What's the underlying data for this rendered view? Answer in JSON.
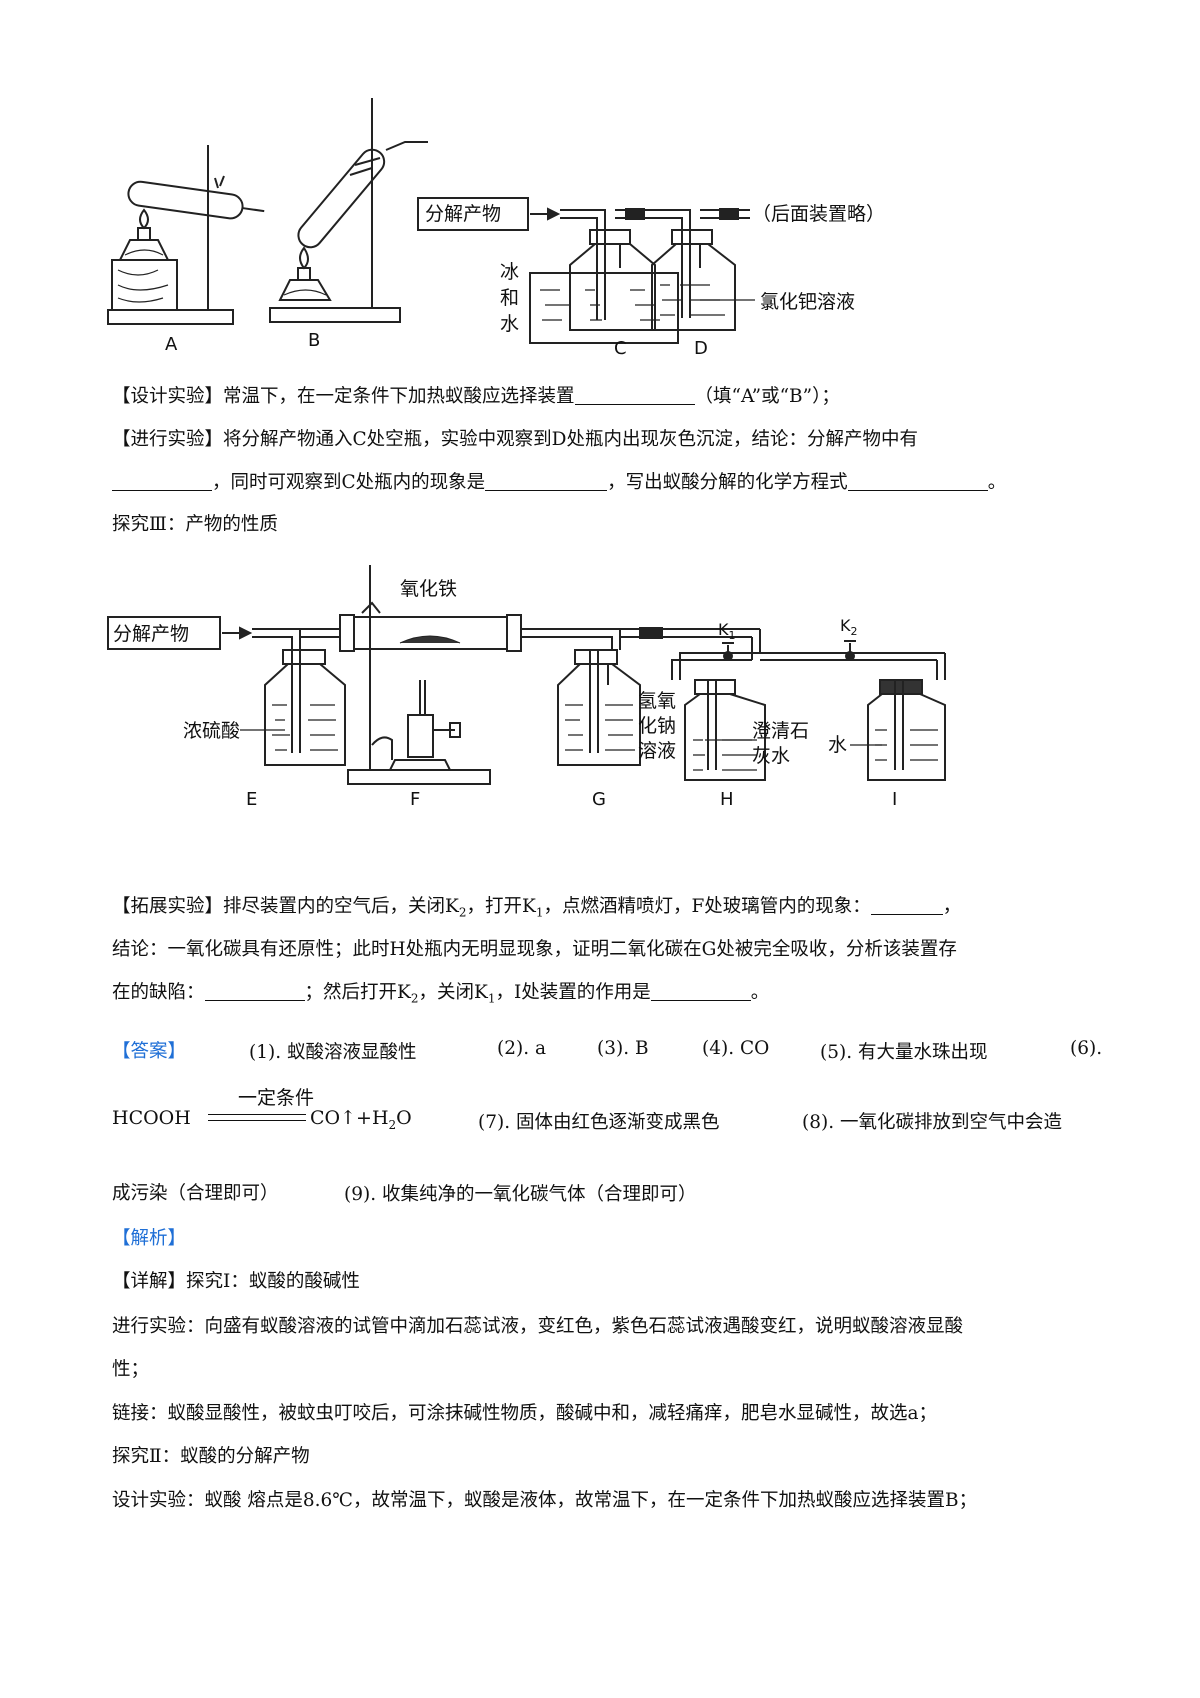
{
  "figure1": {
    "labels": [
      "A",
      "B",
      "C",
      "D"
    ],
    "decomp_box": "分解产物",
    "later_note": "（后面装置略）",
    "ice_water": [
      "冰",
      "和",
      "水"
    ],
    "pdcl2": "氯化钯溶液"
  },
  "design": {
    "tag": "【设计实验】",
    "text": "常温下，在一定条件下加热蚁酸应选择装置",
    "tail": "（填“A”或“B”）；"
  },
  "conduct": {
    "tag": "【进行实验】",
    "line1": "将分解产物通入C处空瓶，实验中观察到D处瓶内出现灰色沉淀，结论：分解产物中有",
    "seg_a": "，同时可观察到C处瓶内的现象是",
    "seg_b": "，写出蚁酸分解的化学方程式",
    "end": "。"
  },
  "explore3": "探究Ⅲ：产物的性质",
  "figure2": {
    "labels": [
      "E",
      "F",
      "G",
      "H",
      "I"
    ],
    "decomp_box": "分解产物",
    "iron_oxide": "氧化铁",
    "h2so4": "浓硫酸",
    "naoh": [
      "氢氧",
      "化钠",
      "溶液"
    ],
    "limewater": [
      "澄清石",
      "灰水"
    ],
    "water": "水",
    "k1": "K",
    "k1_sub": "1",
    "k2": "K",
    "k2_sub": "2"
  },
  "extend": {
    "tag": "【拓展实验】",
    "l1a": "排尽装置内的空气后，关闭K",
    "l1b": "，打开K",
    "l1c": "，点燃酒精喷灯，F处玻璃管内的现象：",
    "l1d": "，",
    "l2": "结论：一氧化碳具有还原性；此时H处瓶内无明显现象，证明二氧化碳在G处被完全吸收，分析该装置存",
    "l3a": "在的缺陷：",
    "l3b": "；然后打开K",
    "l3c": "，关闭K",
    "l3d": "，Ⅰ处装置的作用是",
    "l3e": "。",
    "sub1": "1",
    "sub2": "2"
  },
  "answer": {
    "tag": "【答案】",
    "items": [
      "(1). 蚁酸溶液显酸性",
      "(2). a",
      "(3). B",
      "(4). CO",
      "(5). 有大量水珠出现",
      "(6)."
    ],
    "eq_left": "HCOOH",
    "eq_cond": "一定条件",
    "eq_right": "CO↑+H",
    "eq_sub": "2",
    "eq_o": "O",
    "item7": "(7). 固体由红色逐渐变成黑色",
    "item8": "(8). 一氧化碳排放到空气中会造",
    "item8b": "成污染（合理即可）",
    "item9": "(9). 收集纯净的一氧化碳气体（合理即可）"
  },
  "analysis": {
    "tag": "【解析】",
    "detail_tag": "【详解】",
    "detail": "探究Ⅰ：蚁酸的酸碱性",
    "p1": "进行实验：向盛有蚁酸溶液的试管中滴加石蕊试液，变红色，紫色石蕊试液遇酸变红，说明蚁酸溶液显酸",
    "p1b": "性；",
    "p2": "链接：蚁酸显酸性，被蚊虫叮咬后，可涂抹碱性物质，酸碱中和，减轻痛痒，肥皂水显碱性，故选a；",
    "p3": "探究Ⅱ：蚁酸的分解产物",
    "p4": "设计实验：蚁酸   熔点是8.6℃，故常温下，蚁酸是液体，故常温下，在一定条件下加热蚁酸应选择装置B；"
  }
}
